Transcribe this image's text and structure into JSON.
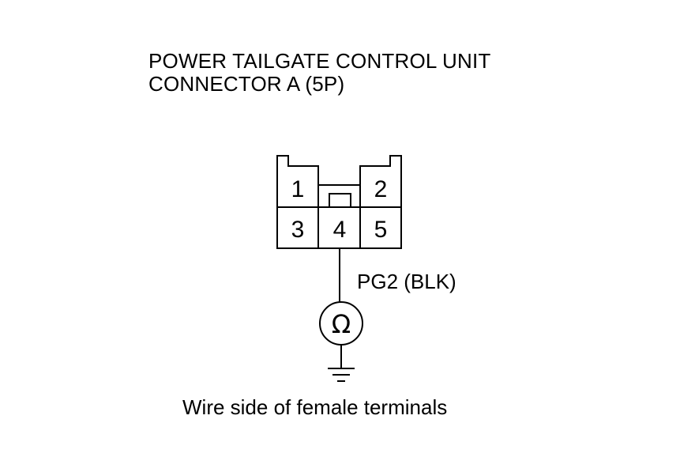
{
  "title": {
    "line1": "POWER TAILGATE CONTROL UNIT",
    "line2": "CONNECTOR A (5P)"
  },
  "connector": {
    "pins": [
      "1",
      "2",
      "3",
      "4",
      "5"
    ]
  },
  "wire_label": "PG2 (BLK)",
  "meter_symbol": "Ω",
  "caption": "Wire side of female terminals",
  "colors": {
    "line": "#000000",
    "background": "#ffffff"
  }
}
